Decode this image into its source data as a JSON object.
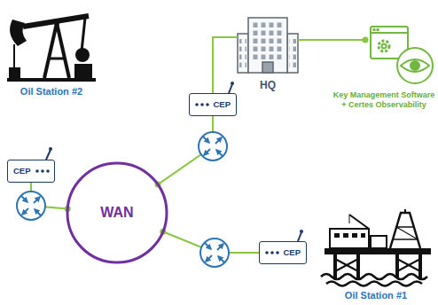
{
  "diagram": {
    "nodes": [
      {
        "text": [
          "Oil Station #2"
        ]
      },
      {
        "text": [
          "CEP"
        ]
      },
      {
        "text": [
          "WAN"
        ]
      },
      {
        "text": [
          "HQ"
        ]
      },
      {
        "text": [
          "CEP"
        ]
      },
      {
        "text": [
          "Key Management Software + Certes Observability"
        ]
      },
      {
        "text": [
          "CEP"
        ]
      },
      {
        "text": [
          "Oil Station #1"
        ]
      }
    ],
    "edges": [
      {
        "from": 1,
        "to": 2,
        "arrow": "none"
      },
      {
        "from": 4,
        "to": 2,
        "arrow": "none"
      },
      {
        "from": 6,
        "to": 2,
        "arrow": "none"
      },
      {
        "from": 3,
        "to": 4,
        "arrow": "none"
      },
      {
        "from": 3,
        "to": 5,
        "arrow": "none"
      }
    ]
  }
}
